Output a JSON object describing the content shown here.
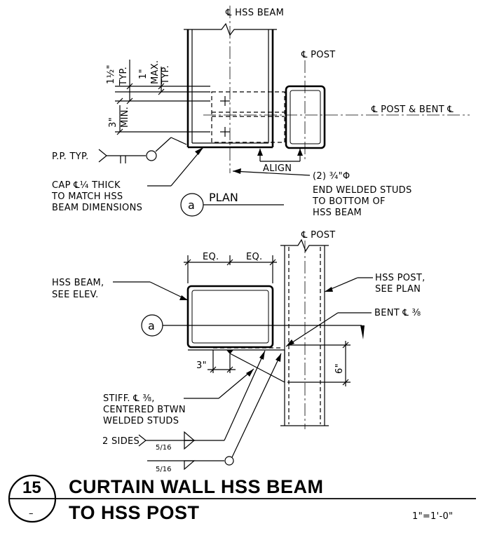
{
  "plan_view": {
    "hss_beam_label": "℄ HSS BEAM",
    "post_label": "℄ POST",
    "post_bent_label": "℄ POST & BENT ℄",
    "dim_1_5": "1½\"",
    "dim_typ": "TYP.",
    "dim_1": "1\"",
    "dim_max": "MAX.",
    "dim_typ2": "TYP.",
    "dim_3": "3\"",
    "dim_min": "MIN.",
    "pp_typ": "P.P. TYP.",
    "align": "ALIGN",
    "studs_line1": "(2) ¾\"Φ",
    "studs_line2": "END WELDED STUDS",
    "studs_line3": "TO BOTTOM OF",
    "studs_line4": "HSS BEAM",
    "cap_line1": "CAP ℄¼ THICK",
    "cap_line2": "TO MATCH HSS",
    "cap_line3": "BEAM DIMENSIONS",
    "plan_marker": "a",
    "plan_title": "PLAN"
  },
  "elevation_view": {
    "post_label": "℄ POST",
    "eq1": "EQ.",
    "eq2": "EQ.",
    "beam_line1": "HSS BEAM,",
    "beam_line2": "SEE ELEV.",
    "post_line1": "HSS POST,",
    "post_line2": "SEE PLAN",
    "bent_label": "BENT ℄ ⅜",
    "section_marker": "a",
    "dim_3": "3\"",
    "dim_6": "6\"",
    "stiff_line1": "STIFF. ℄ ⅜,",
    "stiff_line2": "CENTERED BTWN",
    "stiff_line3": "WELDED STUDS",
    "two_sides": "2 SIDES",
    "weld1": "5/16",
    "weld2": "5/16"
  },
  "title_block": {
    "detail_number": "15",
    "sheet_ref": "–",
    "title_line1": "CURTAIN WALL HSS BEAM",
    "title_line2": "TO HSS POST",
    "scale": "1\"=1'-0\""
  }
}
